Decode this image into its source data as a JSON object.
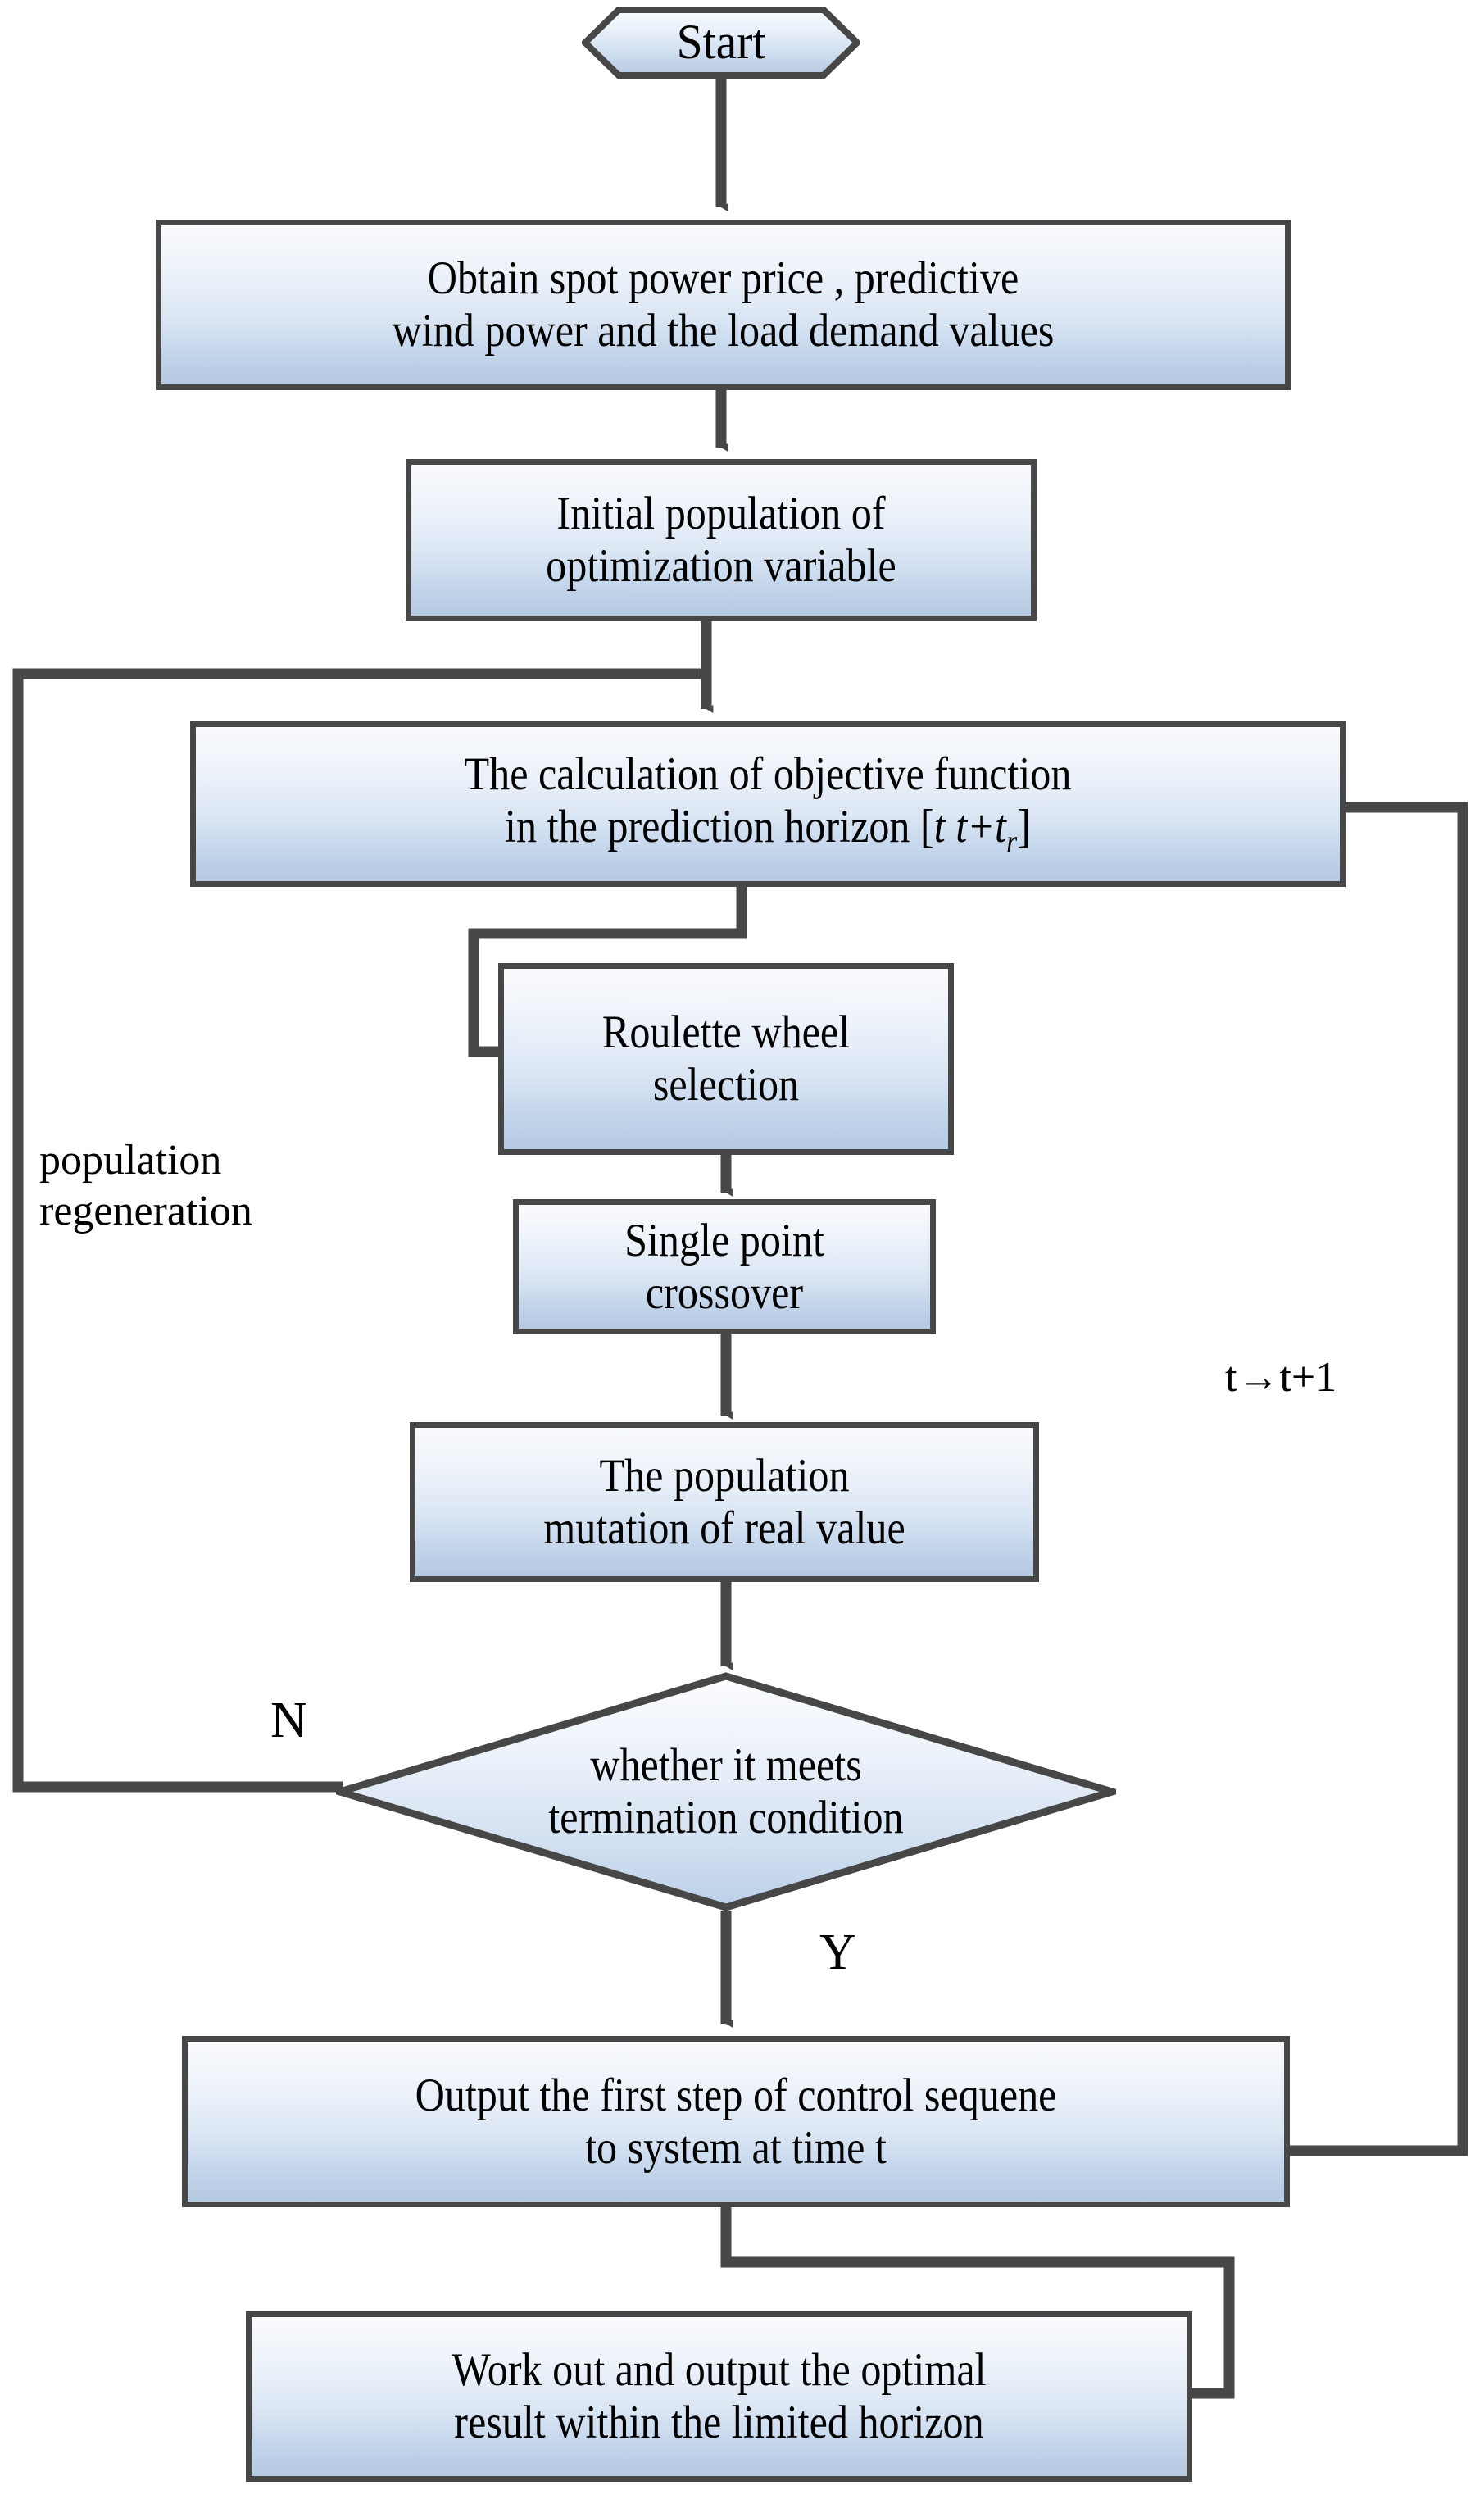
{
  "diagram": {
    "title": "Model predictive control genetic algorithm flowchart",
    "type": "flowchart",
    "colors": {
      "node_border": "#474747",
      "node_fill_top": "#f9fbfd",
      "node_fill_bottom": "#b6c9e2",
      "connector": "#474747",
      "text": "#000000",
      "background": "#ffffff"
    }
  },
  "nodes": {
    "start": {
      "shape": "hexagon",
      "label": "Start"
    },
    "obtain_data": {
      "shape": "rectangle",
      "label": "Obtain  spot power price ,  predictive\nwind power and the load demand values"
    },
    "initial_population": {
      "shape": "rectangle",
      "label": "Initial population of\noptimization variable"
    },
    "objective_calculation": {
      "shape": "rectangle",
      "label_line1": "The calculation of objective function",
      "label_line2_prefix": "in the prediction horizon [",
      "label_line2_t1": "t",
      "label_line2_mid": " t+t",
      "label_line2_sub": "r",
      "label_line2_suffix": "]"
    },
    "roulette_selection": {
      "shape": "rectangle",
      "label": "Roulette wheel\nselection"
    },
    "single_point_crossover": {
      "shape": "rectangle",
      "label": "Single point\ncrossover"
    },
    "population_mutation": {
      "shape": "rectangle",
      "label": "The population\nmutation of real value"
    },
    "termination_decision": {
      "shape": "diamond",
      "label": "whether it meets\ntermination condition"
    },
    "output_control": {
      "shape": "rectangle",
      "label": "Output the first step of control sequene\nto system at time t"
    },
    "final_result": {
      "shape": "rectangle",
      "label": "Work out and output the optimal\nresult within the limited horizon"
    }
  },
  "labels": {
    "population_regeneration": "population\nregeneration",
    "branch_no": "N",
    "branch_yes": "Y",
    "time_increment": "t→t+1"
  },
  "edges": [
    {
      "from": "start",
      "to": "obtain_data",
      "label": ""
    },
    {
      "from": "obtain_data",
      "to": "initial_population",
      "label": ""
    },
    {
      "from": "initial_population",
      "to": "objective_calculation",
      "label": ""
    },
    {
      "from": "objective_calculation",
      "to": "roulette_selection",
      "label": ""
    },
    {
      "from": "roulette_selection",
      "to": "single_point_crossover",
      "label": ""
    },
    {
      "from": "single_point_crossover",
      "to": "population_mutation",
      "label": ""
    },
    {
      "from": "population_mutation",
      "to": "termination_decision",
      "label": ""
    },
    {
      "from": "termination_decision",
      "to": "objective_calculation",
      "label": "N"
    },
    {
      "from": "termination_decision",
      "to": "output_control",
      "label": "Y"
    },
    {
      "from": "output_control",
      "to": "final_result",
      "label": ""
    },
    {
      "from": "output_control",
      "to": "objective_calculation",
      "label": "t→t+1"
    }
  ]
}
